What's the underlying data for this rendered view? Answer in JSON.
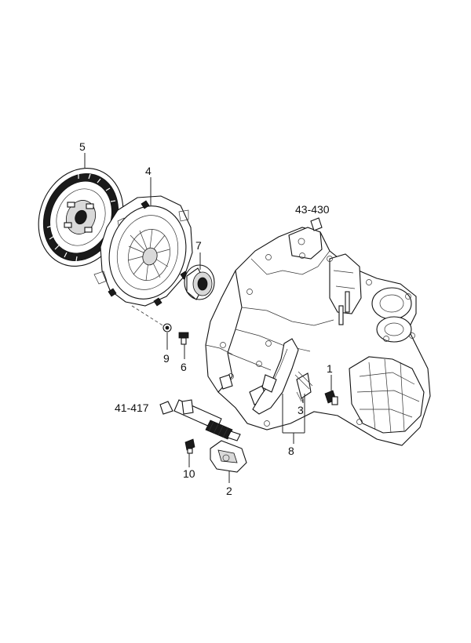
{
  "callouts": {
    "p5": "5",
    "p4": "4",
    "p7": "7",
    "p43_430": "43-430",
    "p9": "9",
    "p6": "6",
    "p1": "1",
    "p3": "3",
    "p41_417": "41-417",
    "p8": "8",
    "p10": "10",
    "p2": "2"
  }
}
